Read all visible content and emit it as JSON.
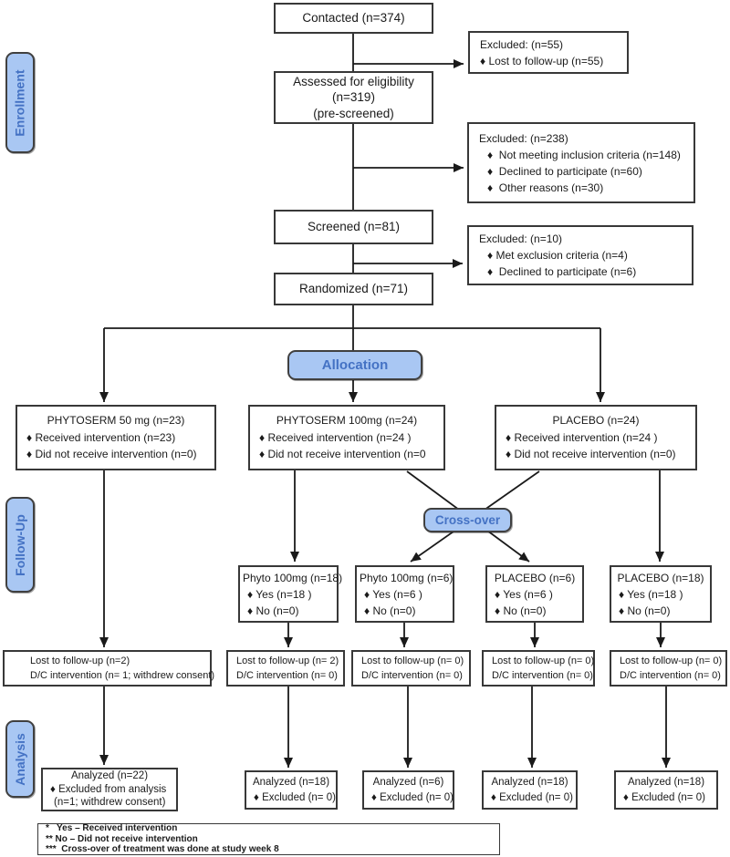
{
  "diagram": {
    "stages": {
      "enrollment": "Enrollment",
      "followup": "Follow-Up",
      "analysis": "Analysis"
    },
    "allocation": "Allocation",
    "crossover": "Cross-over"
  },
  "boxes": {
    "contacted": "Contacted (n=374)",
    "assessed": {
      "l1": "Assessed for eligibility",
      "l2": "(n=319)",
      "l3": "(pre-screened)"
    },
    "screened": "Screened (n=81)",
    "randomized": "Randomized (n=71)",
    "excluded1": {
      "title": "Excluded: (n=55)",
      "i1": "♦ Lost to follow-up (n=55)"
    },
    "excluded2": {
      "title": "Excluded: (n=238)",
      "i1": "♦  Not meeting inclusion criteria (n=148)",
      "i2": "♦  Declined to participate (n=60)",
      "i3": "♦  Other reasons (n=30)"
    },
    "excluded3": {
      "title": "Excluded: (n=10)",
      "i1": "♦ Met exclusion criteria (n=4)",
      "i2": "♦  Declined to participate (n=6)"
    },
    "arm1": {
      "title": "PHYTOSERM 50 mg (n=23)",
      "i1": "♦ Received intervention (n=23)",
      "i2": "♦ Did not receive intervention (n=0)"
    },
    "arm2": {
      "title": "PHYTOSERM 100mg (n=24)",
      "i1": "♦ Received intervention (n=24 )",
      "i2": "♦ Did not receive intervention (n=0"
    },
    "arm3": {
      "title": "PLACEBO (n=24)",
      "i1": "♦ Received intervention (n=24 )",
      "i2": "♦ Did not receive intervention (n=0)"
    },
    "co1": {
      "title": "Phyto 100mg (n=18)",
      "i1": "♦ Yes (n=18 )",
      "i2": "♦ No (n=0)"
    },
    "co2": {
      "title": "Phyto 100mg (n=6)",
      "i1": "♦ Yes (n=6 )",
      "i2": "♦ No (n=0)"
    },
    "co3": {
      "title": "PLACEBO (n=6)",
      "i1": "♦ Yes (n=6 )",
      "i2": "♦ No (n=0)"
    },
    "co4": {
      "title": "PLACEBO (n=18)",
      "i1": "♦ Yes (n=18 )",
      "i2": "♦ No (n=0)"
    },
    "lost1": {
      "l1": "Lost to follow-up (n=2)",
      "l2": "D/C intervention (n= 1; withdrew consent)"
    },
    "lost2": {
      "l1": "Lost to follow-up (n= 2)",
      "l2": "D/C intervention (n= 0)"
    },
    "lost3": {
      "l1": "Lost to follow-up (n= 0)",
      "l2": "D/C intervention (n= 0)"
    },
    "lost4": {
      "l1": "Lost to follow-up (n= 0)",
      "l2": "D/C intervention (n= 0)"
    },
    "lost5": {
      "l1": "Lost to follow-up (n= 0)",
      "l2": "D/C intervention (n= 0)"
    },
    "an1": {
      "title": "Analyzed (n=22)",
      "i1": "♦ Excluded from analysis",
      "i2": "(n=1; withdrew consent)"
    },
    "an2": {
      "title": "Analyzed (n=18)",
      "i1": "♦ Excluded (n= 0)"
    },
    "an3": {
      "title": "Analyzed (n=6)",
      "i1": "♦ Excluded (n= 0)"
    },
    "an4": {
      "title": "Analyzed (n=18)",
      "i1": "♦ Excluded (n= 0)"
    },
    "an5": {
      "title": "Analyzed (n=18)",
      "i1": "♦ Excluded (n= 0)"
    }
  },
  "footnotes": {
    "l1": "*   Yes – Received intervention",
    "l2": "** No – Did not receive intervention",
    "l3": "***  Cross-over of treatment was done at study week 8"
  },
  "colors": {
    "stage_fill": "#A9C7F3",
    "stage_text": "#4472C4",
    "box_border": "#383838",
    "line": "#1A1A1A",
    "background": "#FFFFFF"
  }
}
